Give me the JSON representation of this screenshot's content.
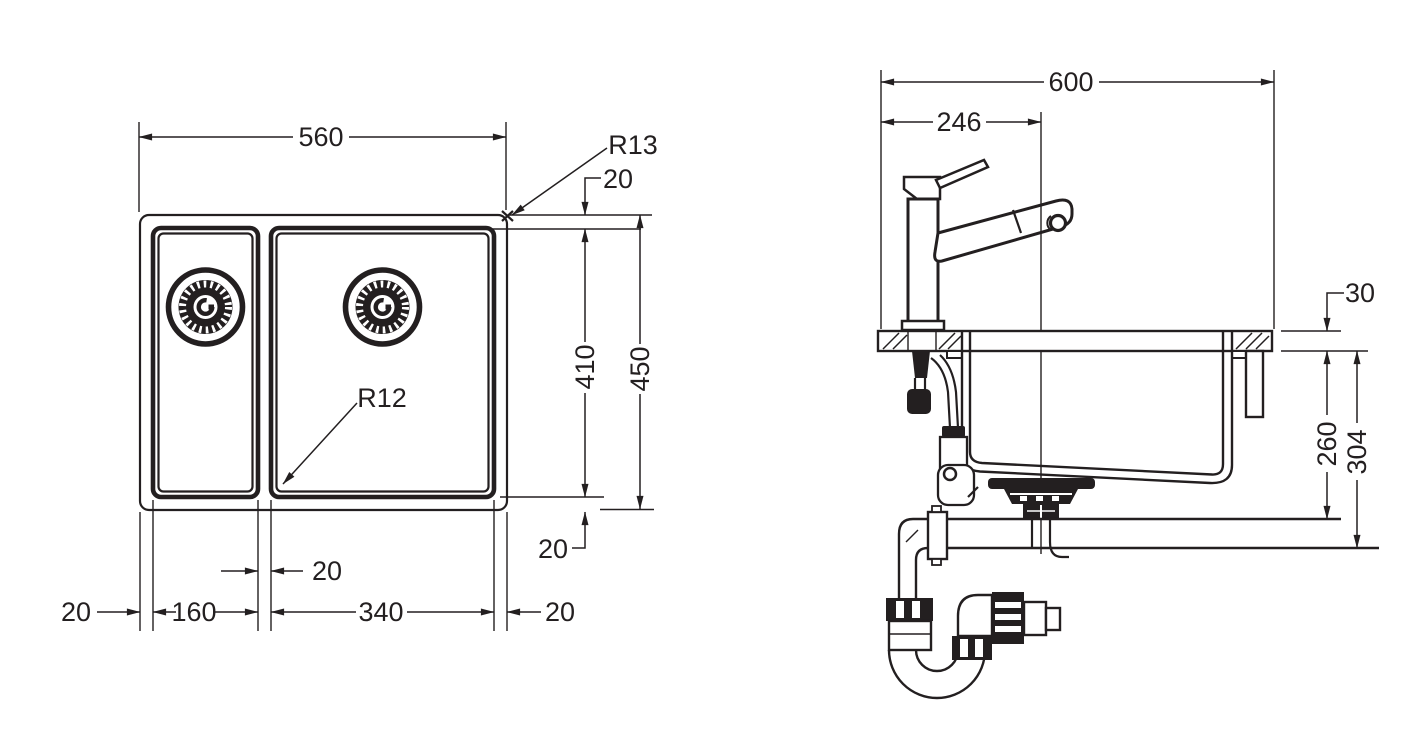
{
  "drawing": {
    "ink_color": "#231f20",
    "paper_color": "#ffffff",
    "type": "kitchen sink installation dimension drawing"
  },
  "plan_view": {
    "name": "sink top view (one-and-half bowl)",
    "dims": {
      "overall_width": "560",
      "overall_depth": "450",
      "bowl_depth": "410",
      "top_rim": "20",
      "bottom_rim": "20",
      "left_rim": "20",
      "divider": "20",
      "small_bowl_width": "160",
      "large_bowl_width": "340",
      "right_rim": "20",
      "outer_corner_radius": "R13",
      "bowl_corner_radius": "R12"
    }
  },
  "section_view": {
    "name": "sink side section with tap and waste trap",
    "dims": {
      "counter_width": "600",
      "tap_center_offset": "246",
      "counter_thickness": "30",
      "bowl_depth": "260",
      "waste_outlet_depth": "304"
    }
  }
}
